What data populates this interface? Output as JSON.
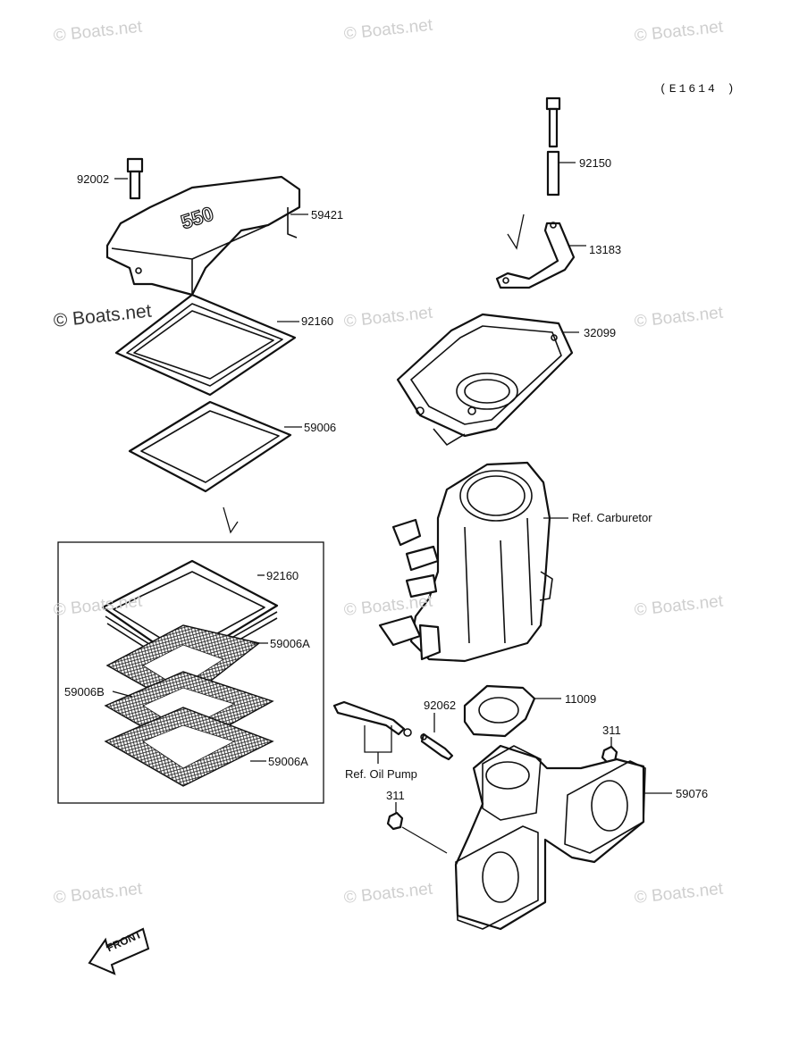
{
  "diagram_code": "(E1614 )",
  "watermark": "© Boats.net",
  "parts": {
    "p92002": "92002",
    "p59421": "59421",
    "p92160_top": "92160",
    "p59006": "59006",
    "p92150": "92150",
    "p13183": "13183",
    "p32099": "32099",
    "ref_carburetor": "Ref. Carburetor",
    "p92160_box": "92160",
    "p59006A_top": "59006A",
    "p59006B": "59006B",
    "p59006A_bottom": "59006A",
    "p92062": "92062",
    "p11009": "11009",
    "p311_right": "311",
    "p311_left": "311",
    "ref_oil_pump": "Ref. Oil Pump",
    "p59076": "59076"
  },
  "front_marker": "FRONT"
}
